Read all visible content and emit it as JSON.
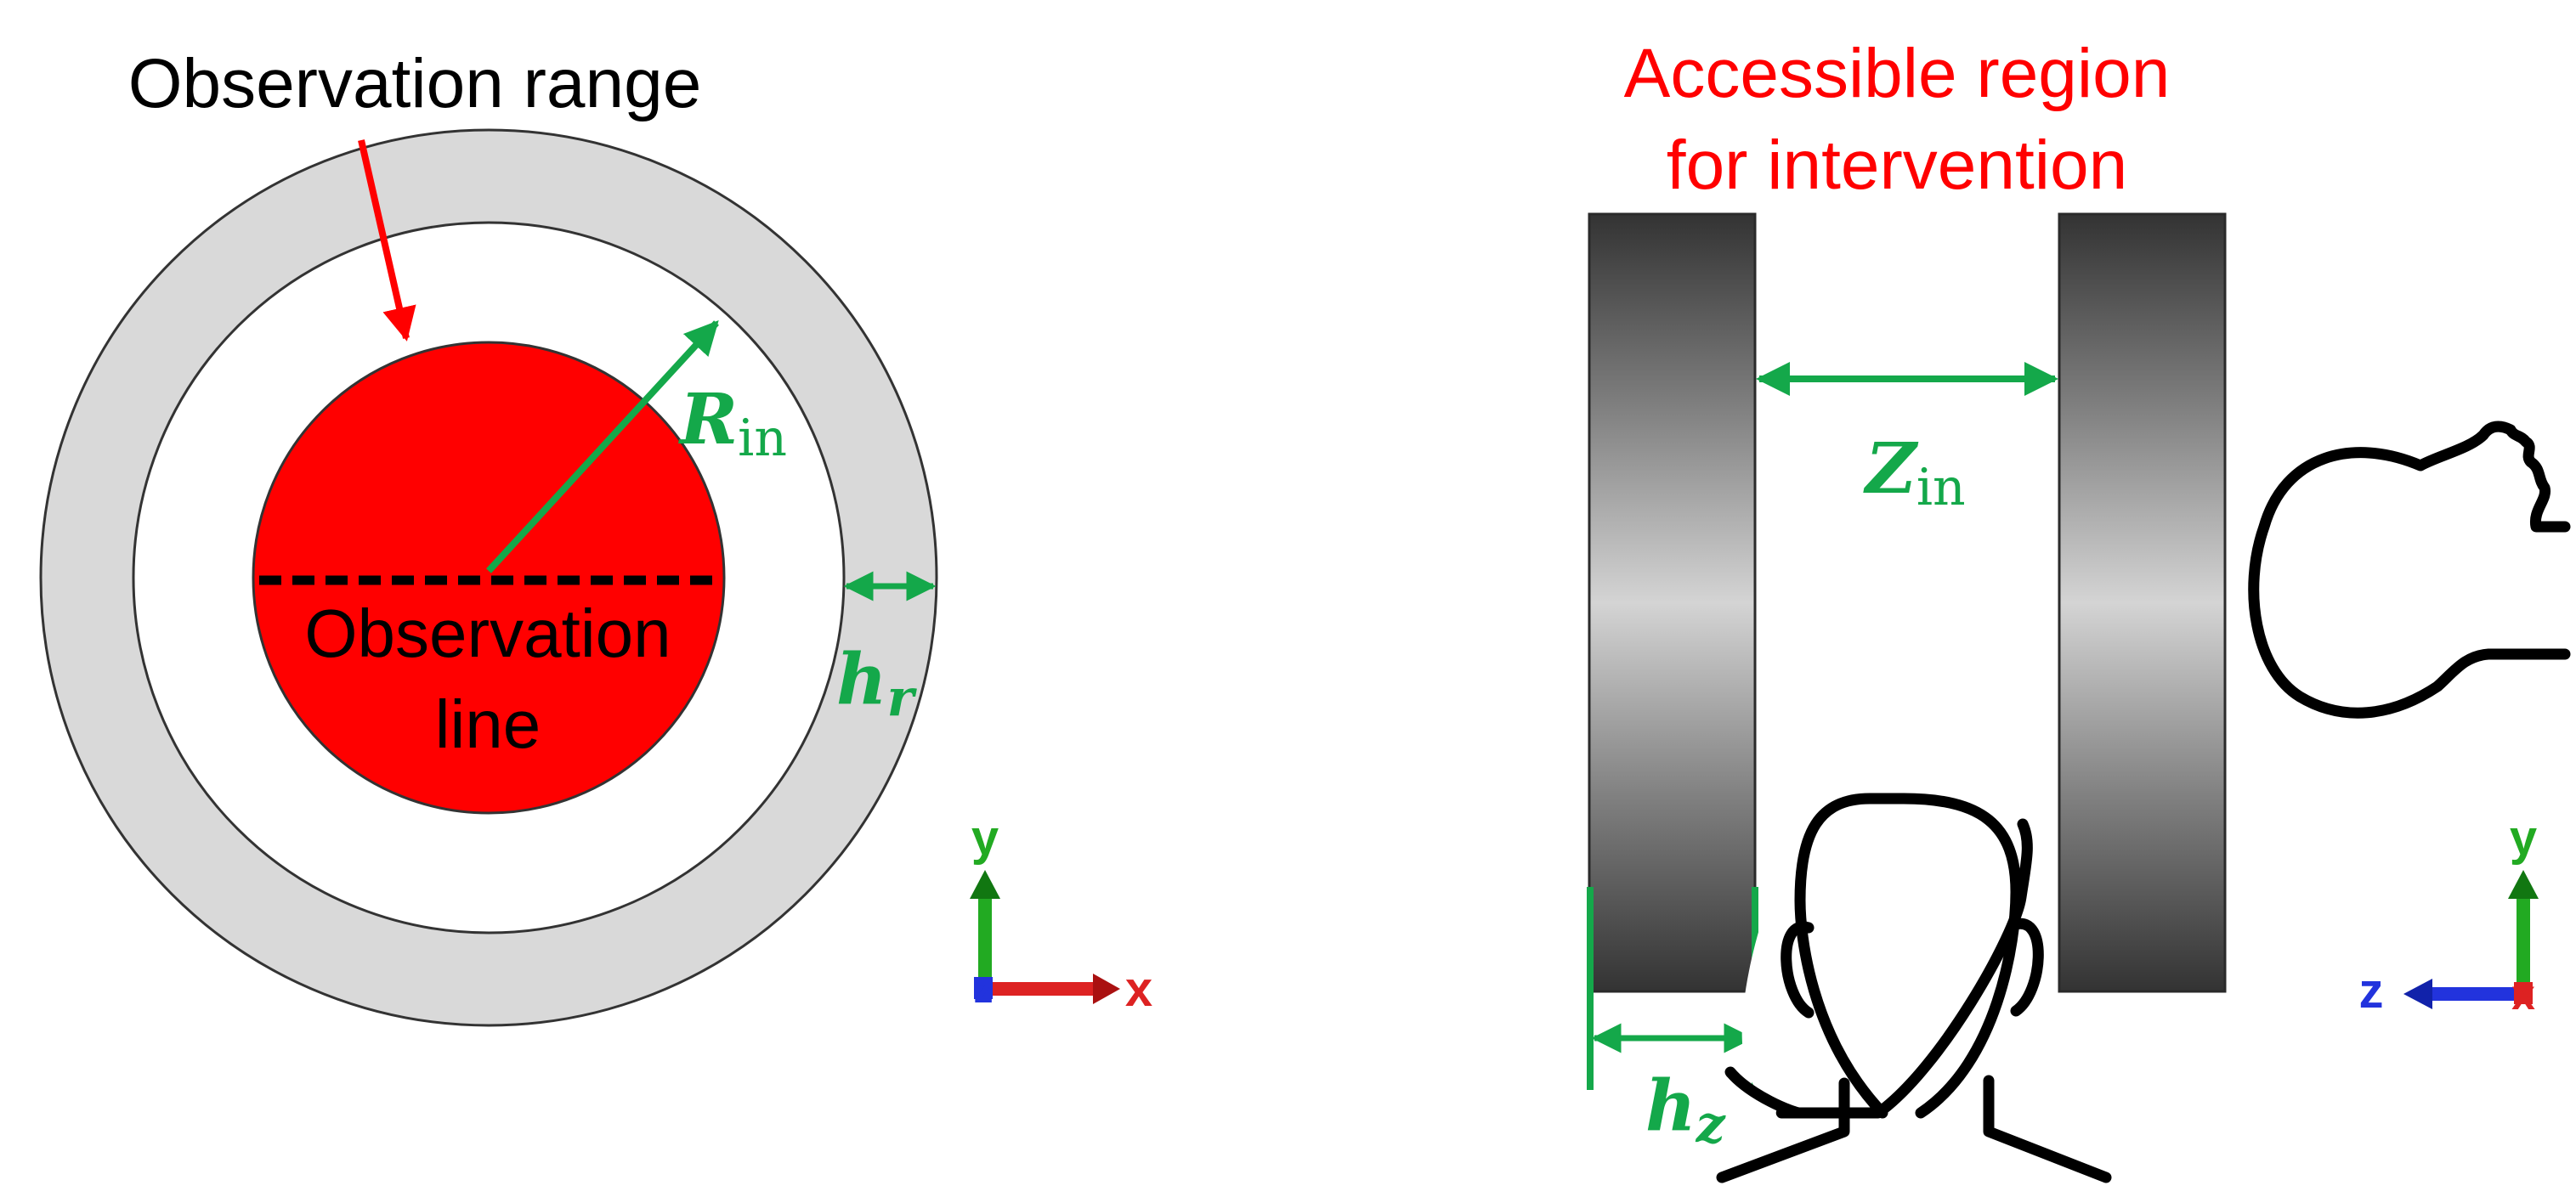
{
  "left_panel": {
    "title": "Observation range",
    "observation_line": [
      "Observation",
      "line"
    ],
    "radius_label": {
      "main": "R",
      "sub": "in"
    },
    "thickness_label": {
      "main": "h",
      "sub": "r"
    },
    "axes": {
      "vertical": "y",
      "horizontal": "x",
      "out_of_plane": "z"
    }
  },
  "right_panel": {
    "title_lines": [
      "Accessible region",
      "for intervention"
    ],
    "gap_label": {
      "main": "Z",
      "sub": "in"
    },
    "coil_width_label": {
      "main": "h",
      "sub": "z"
    },
    "axes": {
      "vertical": "y",
      "horizontal": "z",
      "out_of_plane": "x"
    }
  },
  "colors": {
    "red": "#ff0000",
    "green": "#14a84a",
    "ring_gray": "#d9d9d9",
    "black": "#000000",
    "axis_blue": "#2233dd"
  }
}
